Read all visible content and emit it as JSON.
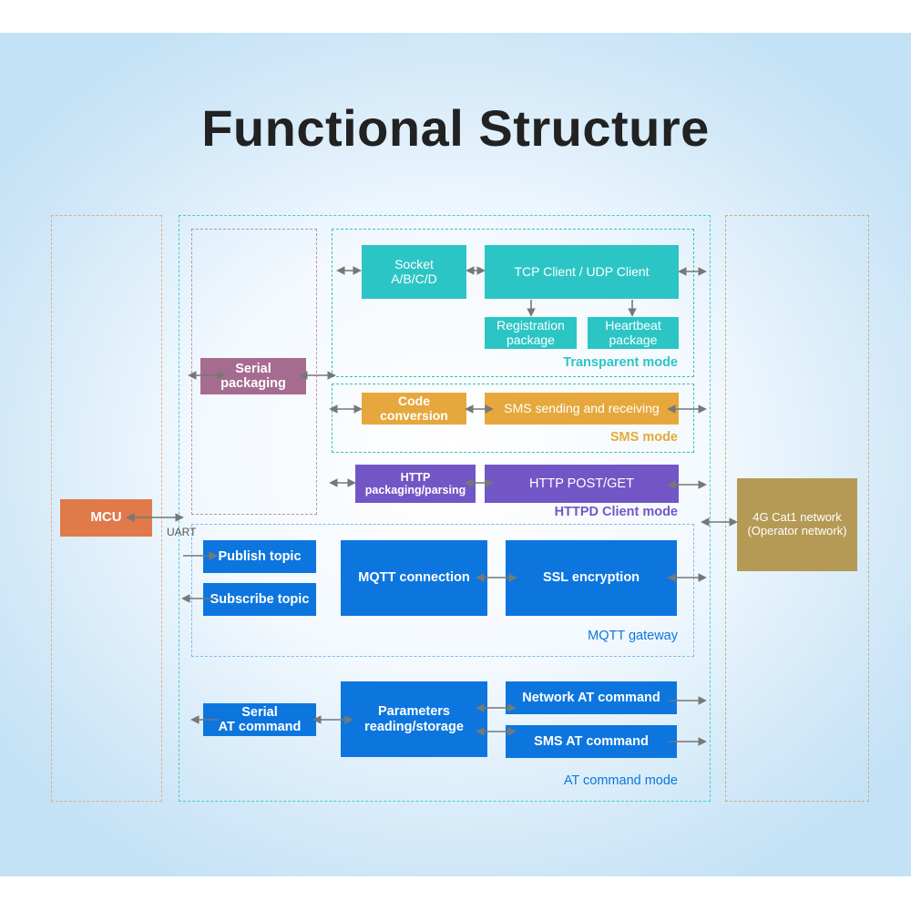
{
  "title": "Functional Structure",
  "colors": {
    "teal": "#2cc5c5",
    "orange": "#e6a83c",
    "purple": "#7356c6",
    "blue": "#0d76de",
    "mauve": "#a56c90",
    "mcu": "#e07a4a",
    "network": "#b59a55",
    "arrow": "#777777"
  },
  "mcu": {
    "label": "MCU"
  },
  "uart_label": "UART",
  "network": {
    "label": "4G Cat1 network\n(Operator network)"
  },
  "serial_packaging": "Serial\npackaging",
  "transparent": {
    "mode_label": "Transparent mode",
    "socket": "Socket\nA/B/C/D",
    "tcp_udp": "TCP Client / UDP Client",
    "registration": "Registration\npackage",
    "heartbeat": "Heartbeat\npackage"
  },
  "sms": {
    "mode_label": "SMS mode",
    "code_conversion": "Code\nconversion",
    "sms_send_receive": "SMS sending and receiving"
  },
  "httpd": {
    "mode_label": "HTTPD Client mode",
    "packaging": "HTTP\npackaging/parsing",
    "post_get": "HTTP POST/GET"
  },
  "mqtt": {
    "mode_label": "MQTT gateway",
    "publish": "Publish topic",
    "subscribe": "Subscribe topic",
    "connection": "MQTT connection",
    "ssl": "SSL encryption"
  },
  "at": {
    "mode_label": "AT command mode",
    "serial_at": "Serial\nAT command",
    "parameters": "Parameters\nreading/storage",
    "network_at": "Network AT command",
    "sms_at": "SMS AT command"
  }
}
